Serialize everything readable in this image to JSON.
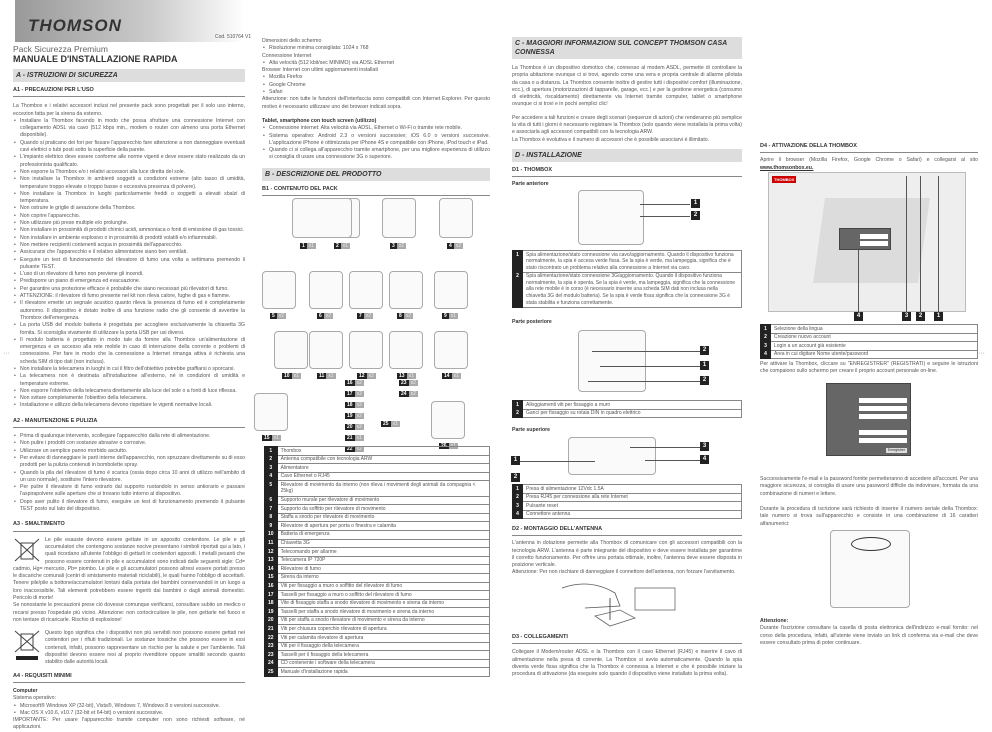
{
  "header": {
    "logo": "THOMSON",
    "code": "Cod. 510764 V1",
    "subtitle": "Pack Sicurezza Premium",
    "title": "MANUALE D'INSTALLAZIONE RAPIDA"
  },
  "A": {
    "heading": "A - ISTRUZIONI DI SICUREZZA",
    "a1_heading": "A1 - PRECAUZIONI PER L'USO",
    "a1_intro": "La Thombox e i relativi accessori inclusi nel presente pack sono progettati per il solo uso interno, eccezion fatta per la sirena da esterno.",
    "a1_bullets": [
      "Installare la Thombox facendo in modo che possa sfruttare una connessione Internet con collegamento ADSL via cavo (512 kbps min., modem o router con almeno una porta Ethernet disponibile).",
      "Quando si praticano dei fori per fissare l'apparecchio fare attenzione a non danneggiare eventuali cavi elettrici o tubi posti sotto la superficie della parete.",
      "L'impianto elettrico deve essere conforme alle norme vigenti e deve essere stato realizzato da un professionista qualificato.",
      "Non esporre la Thombox e/o i relativi accessori alla luce diretta del sole.",
      "Non installare la Thombox in ambienti soggetti a condizioni estreme (alto tasso di umidità, temperature troppo elevate o troppo basse o eccessiva presenza di polvere).",
      "Non installare la Thombox in luoghi particolarmente freddi o soggetti a elevati sbalzi di temperatura.",
      "Non ostruire le griglie di aerazione della Thombox.",
      "Non coprire l'apparecchio.",
      "Non utilizzare più prese multiple e/o prolunghe.",
      "Non installare in prossimità di prodotti chimici acidi, ammoniaca o fonti di emissione di gas tossici.",
      "Non installare in ambiente esplosivo o in prossimità di prodotti volatili e/o infiammabili.",
      "Non mettere recipienti contenenti acqua in prossimità dell'apparecchio.",
      "Assicurarsi che l'apparecchio e il relativo alimentatore siano ben ventilati.",
      "Eseguire un test di funzionamento del rilevatore di fumo una volta a settimana premendo il pulsante TEST.",
      "L'uso di un rilevatore di fumo non previene gli incendi.",
      "Predisporre un piano di emergenza ed evacuazione.",
      "Per garantire una protezione efficace è probabile che siano necessari più rilevatori di fumo.",
      "ATTENZIONE: il rilevatore di fumo presente nel kit non rileva calore, fughe di gas e fiamme.",
      "Il rilevatore emette un segnale acustico quanto rileva la presenza di fumo ed è completamente autonomo. Il dispositivo è dotato inoltre di una funzione radio che gli consente di avvertire la Thombox dell'emergenza.",
      "La porta USB del modulo batteria è progettata per accogliere esclusivamente la chiavetta 3G fornita. Si sconsiglia vivamente di utilizzare la porta USB per usi diversi.",
      "Il modulo batteria è progettato in modo tale da fornire alla Thombox un'alimentazione di emergenza e un accesso alla rete mobile in caso di interruzione della corrente o problemi di connessione. Per fare in modo che la connessione a Internet rimanga attiva è richiesta una scheda SIM di tipo dati (non inclusa).",
      "Non installare la telecamera in luoghi in cui il filtro dell'obiettivo potrebbe graffiarsi o sporcarsi.",
      "La telecamera non è destinata all'installazione all'esterno, né in condizioni di umidità e temperature estreme.",
      "Non esporre l'obiettivo della telecamera direttamente alla luce del sole o a fonti di luce riflessa.",
      "Non svitare completamente l'obiettivo della telecamera.",
      "Installazione e utilizzo della telecamera devono rispettare le vigenti normative locali."
    ],
    "a2_heading": "A2 - MANUTENZIONE E PULIZIA",
    "a2_bullets": [
      "Prima di qualunque intervento, scollegare l'apparecchio dalla rete di alimentazione.",
      "Non pulire i prodotti con sostanze abrasive o corrosive.",
      "Utilizzare un semplice panno morbido asciutto.",
      "Per evitare di danneggiare le parti interne dell'apparecchio, non spruzzare direttamente su di esso prodotti per la pulizia contenuti in bombolette spray.",
      "Quando la pila del rilevatore di fumo è scarica (ossia dopo circa 10 anni di utilizzo nell'ambito di un uso normale), sostituire l'intero rilevatore.",
      "Per pulire il rilevatore di fumo estrarlo dal supporto ruotandolo in senso antiorario e passare l'aspirapolvere sulle aperture che si trovano tutto intorno al dispositivo.",
      "Dopo aver pulito il rilevatore di fumo, eseguire un test di funzionamento premendo il pulsante TEST posto sul lato del dispositivo."
    ],
    "a3_heading": "A3 - SMALTIMENTO",
    "a3_text1": "Le pile esauste devono essere gettate in un apposito contenitore. Le pile e gli accumulatori che contengono sostanze nocive presentano i simboli riportati qui a lato, i quali ricordano all'utente l'obbligo di gettarli in contenitori appositi. I metalli pesanti che possono essere contenuti in pile e accumulatori sono indicati dalle seguenti sigle: Cd= cadmio, Hg= mercurio, Pb= piombo. Le pile e gli accumulatori possono altresì essere portati presso le discariche comunali (centri di smistamento materiali riciclabili), le quali hanno l'obbligo di accettarli. Tenere pile/pile a bottone/accumulatori lontani dalla portata dei bambini conservandoli in un luogo a loro inaccessibile. Tali elementi potrebbero essere ingeriti dai bambini o dagli animali domestici. Pericolo di morte!",
    "a3_text2": "Se nonostante le precauzioni prese ciò dovesse comunque verificarsi, consultare subito un medico o recarsi presso l'ospedale più vicino. Attenzione: non cortocircuitare le pile, non gettarle nel fuoco e non tentare di ricaricarle. Rischio di esplosione!",
    "a3_text3": "Questo logo significa che i dispositivi non più servibili non possono essere gettati nei contenitori per i rifiuti tradizionali. Le sostanze tossiche che possono essere in essi contenuti, infatti, possono rappresentare un rischio per la salute e per l'ambiente. Tali dispositivi devono essere resi al proprio rivenditore oppure smaltiti secondo quanto stabilito dalle autorità locali.",
    "a4_heading": "A4 - REQUISITI MINIMI",
    "a4_computer": "Computer",
    "a4_os": "Sistema operativo:",
    "a4_bullets": [
      "Microsoft® Windows XP (32-bit), Vista®, Windows 7, Windows 8 o versioni successive.",
      "Mac OS X v10.6, v10.7 (32-bit et 64-bit) o versioni successive."
    ],
    "a4_important": "IMPORTANTE: Per usare l'apparecchio tramite computer non sono richiesti software, né applicazioni."
  },
  "col2": {
    "screen_label": "Dimensioni dello schermo",
    "screen_bullets": [
      "Risoluzione minima consigliata: 1024 x 768"
    ],
    "conn_label": "Connessione Internet",
    "conn_bullets": [
      "Alta velocità (512 kbit/sec MINIMO) via ADSL Ethernet"
    ],
    "browser_label": "Browser Internet con ultimi aggiornamenti installati",
    "browser_bullets": [
      "Mozilla Firefox",
      "Google Chrome",
      "Safari"
    ],
    "attention": "Attenzione: non tutte le funzioni dell'interfaccia sono compatibili con Internet Explorer. Per questo motivo è necessario utilizzare uno dei browser indicati sopra.",
    "tablet_heading": "Tablet, smartphone con touch screen (utilizzo)",
    "tablet_bullets": [
      "Connessione internet: Alta velocità via ADSL, Ethernet o Wi-Fi o tramite rete mobile.",
      "Sistema operativo: Android 2.3 o versioni successive; iOS 6.0 o versioni successive. L'applicazione iPhone è ottimizzata per iPhone 4S e compatibile con iPhone, iPod touch e iPad.",
      "Quando ci si collega all'apparecchio tramite smartphone, per una migliore esperienza di utilizzo si consiglia di usare una connessione 3G o superiore."
    ]
  },
  "B": {
    "heading": "B - DESCRIZIONE DEL PRODOTTO",
    "b1_heading": "B1 - CONTENUTO DEL PACK",
    "items": [
      {
        "n": "1",
        "q": "x1"
      },
      {
        "n": "2",
        "q": "x1"
      },
      {
        "n": "3",
        "q": "x2"
      },
      {
        "n": "4",
        "q": "x2"
      },
      {
        "n": "5",
        "q": "x2"
      },
      {
        "n": "6",
        "q": "x2"
      },
      {
        "n": "7",
        "q": "x2"
      },
      {
        "n": "8",
        "q": "x2"
      },
      {
        "n": "9",
        "q": "x1"
      },
      {
        "n": "10",
        "q": "x1"
      },
      {
        "n": "11",
        "q": "x1"
      },
      {
        "n": "12",
        "q": "x2"
      },
      {
        "n": "13",
        "q": "x1"
      },
      {
        "n": "14",
        "q": "x1"
      },
      {
        "n": "15",
        "q": "x1"
      },
      {
        "n": "16",
        "q": "x2"
      },
      {
        "n": "17",
        "q": "x2"
      },
      {
        "n": "18",
        "q": "x2"
      },
      {
        "n": "19",
        "q": "x2"
      },
      {
        "n": "20",
        "q": "x2"
      },
      {
        "n": "21",
        "q": "x1"
      },
      {
        "n": "22",
        "q": "x2"
      },
      {
        "n": "23",
        "q": "x2"
      },
      {
        "n": "24",
        "q": "x2"
      },
      {
        "n": "25",
        "q": "x1"
      },
      {
        "n": "26",
        "q": "x1"
      }
    ],
    "table": [
      [
        "1",
        "Thombox"
      ],
      [
        "2",
        "Antenna compatibile con tecnologia ARW"
      ],
      [
        "3",
        "Alimentatore"
      ],
      [
        "4",
        "Cavo Ethernet o RJ45"
      ],
      [
        "5",
        "Rilevatore di movimento da interno (non rileva i movimenti degli animali da compagnia < 25kg)"
      ],
      [
        "6",
        "Supporto murale per rilevatore di movimento"
      ],
      [
        "7",
        "Supporto da soffitto per rilevatore di movimento"
      ],
      [
        "8",
        "Staffa a snodo per rilevatore di movimento"
      ],
      [
        "9",
        "Rilevatore di apertura per porta o finestra e calamita"
      ],
      [
        "10",
        "Batteria di emergenza"
      ],
      [
        "11",
        "Chiavetta 3G"
      ],
      [
        "12",
        "Telecomando per allarme"
      ],
      [
        "13",
        "Telecamera IP 720P"
      ],
      [
        "14",
        "Rilevatore di fumo"
      ],
      [
        "15",
        "Sirena da interno"
      ],
      [
        "16",
        "Viti per fissaggio a muro o soffitto del rilevatore di fumo"
      ],
      [
        "17",
        "Tasselli per fissaggio a muro o soffitto del rilevatore di fumo"
      ],
      [
        "18",
        "Vite di fissaggio staffa a snodo rilevatore di movimento e sirena da interno"
      ],
      [
        "19",
        "Tasselli per staffa a snodo rilevatore di movimento e sirena da interno"
      ],
      [
        "20",
        "Viti per staffa a snodo rilevatore di movimento e sirena da interno"
      ],
      [
        "21",
        "Viti per chiusura coperchio rilevatore di apertura"
      ],
      [
        "22",
        "Viti per calamita rilevatore di apertura"
      ],
      [
        "23",
        "Viti per il fissaggio della telecamera"
      ],
      [
        "23",
        "Tasselli per il fissaggio della telecamera"
      ],
      [
        "24",
        "CD contenente i software della telecamera"
      ],
      [
        "25",
        "Manuale d'installazione rapida"
      ]
    ]
  },
  "C": {
    "heading": "C - MAGGIORI INFORMAZIONI SUL CONCEPT THOMSON CASA CONNESSA",
    "p1": "La Thombox è un dispositivo domotico che, connesso al modem ASDL, permette di controllare la propria abitazione ovunque ci si trovi, agendo come una vera e propria centrale di allarme pilotata da casa o a distanza. La Thombox consente inoltre di gestire tutti i dispositivi comfort (illuminazione, ecc.), di apertura (motorizzazioni di tapparelle, garage, ecc.) e per la gestione energetica (consumo di elettricità, riscaldamento) direttamente via Internet tramite computer, tablet o smartphone ovunque ci si trovi e in pochi semplici clic!",
    "p2": "Per accedere a tali funzioni e creare degli scenari (sequenze di azioni) che renderanno più semplice la vita di tutti i giorni è necessario registrare la Thombox (solo quando viene installata la prima volta) e associarla agli accessori compatibili con la tecnologia ARW.",
    "p3": "La Thombox è evolutiva e il numero di accessori che è possibile associarvi è illimitato."
  },
  "D": {
    "heading": "D - INSTALLAZIONE",
    "d1_heading": "D1 - THOMBOX",
    "front_label": "Parte anteriore",
    "front_table": [
      [
        "1",
        "Spia alimentazione/stato connessione via cavo/aggiornamento. Quando il dispositivo funziona normalmente, la spia è accesa verde fissa. Se la spia è verde, ma lampeggia, significa che è stato riscontrato un problema relativo alla connessione a Internet via cavo."
      ],
      [
        "2",
        "Spia alimentazione/stato connessione 3G/aggiornamento. Quando il dispositivo funziona normalmente, la spia è spenta. Se la spia è verde, ma lampeggia, significa che la connessione alla rete mobile è in corso (è necessario inserire una scheda SIM dati non inclusa nella chiavetta 3G del modulo batteria). Se la spia è verde fissa significa che la connessione 3G è stata stabilita e funziona correttamente."
      ]
    ],
    "back_label": "Parte posteriore",
    "back_table": [
      [
        "1",
        "Alloggiamenti viti per fissaggio a muro"
      ],
      [
        "2",
        "Ganci per fissaggio su rotaia DIN in quadro elettrico"
      ]
    ],
    "top_label": "Parte superiore",
    "top_table": [
      [
        "1",
        "Presa di alimentazione 12Vdc 1.5A"
      ],
      [
        "2",
        "Presa RJ45 per connessione alla rete Internet"
      ],
      [
        "3",
        "Pulsante reset"
      ],
      [
        "4",
        "Connettore antenna"
      ]
    ],
    "d2_heading": "D2 - MONTAGGIO DELL'ANTENNA",
    "d2_text": "L'antenna in dotazione permette alla Thombox di comunicare con gli accessori compatibili con la tecnologia ARW. L'antenna è parte integrante del dispositivo e deve essere installata per garantirne il corretto funzionamento. Per offrire una portata ottimale, inoltre, l'antenna deve essere disposta in posizione verticale.",
    "d2_warning": "Attenzione: Per non rischiare di danneggiare il connettore dell'antenna, non forzare l'avvitamento.",
    "d3_heading": "D3 - COLLEGAMENTI",
    "d3_text": "Collegare il Modem/router ADSL e la Thombox con il cavo Ethernet (RJ45) e inserire il cavo di alimentazione nella presa di corrente. La Thombox si avvia automaticamente. Quando la spia diventa verde fissa significa che la Thombox è connessa a Internet e che è possibile iniziare la procedura di attivazione (da eseguire solo quando il dispositivo viene installato la prima volta).",
    "d4_heading": "D4 - ATTIVAZIONE DELLA THOMBOX",
    "d4_intro": "Aprire il browser (Mozilla Firefox, Google Chrome o Safari) e collegarsi al sito ",
    "d4_url": "www.thomsonbox.eu.",
    "d4_table": [
      [
        "1",
        "Selezione della lingua"
      ],
      [
        "2",
        "Creazione nuovo account"
      ],
      [
        "3",
        "Login a un account già esistente"
      ],
      [
        "4",
        "Area in cui digitare Nome utente/password"
      ]
    ],
    "d4_text1": "Per attivare la Thombox, cliccare su \"ENREGISTRER\" (REGISTRATI) e seguire le istruzioni che compaiono sullo schermo per creare il proprio account personale on-line.",
    "d4_text2": "Successivamente l'e-mail e la password fornite permetteranno di accedere all'account. Per una maggiore sicurezza, si consiglia di usare una password difficile da indovinare, formata da una combinazione di numeri e lettere.",
    "d4_text3": "Durante la procedura di iscrizione sarà richiesto di inserire il numero seriale della Thombox: tale numero si trova sull'apparecchio e consiste in una combinazione di 16 caratteri alfanumerici:",
    "attention_heading": "Attenzione:",
    "attention_text": "Durante l'iscrizione consultare la casella di posta elettronica dell'indirizzo e-mail fornito: nel corso della procedura, infatti, all'utente viene inviato un link di conferma via e-mail che deve essere consultato prima di poter continuare."
  },
  "screenshot": {
    "brand": "THOMBOX",
    "button": "Enregistrer"
  }
}
